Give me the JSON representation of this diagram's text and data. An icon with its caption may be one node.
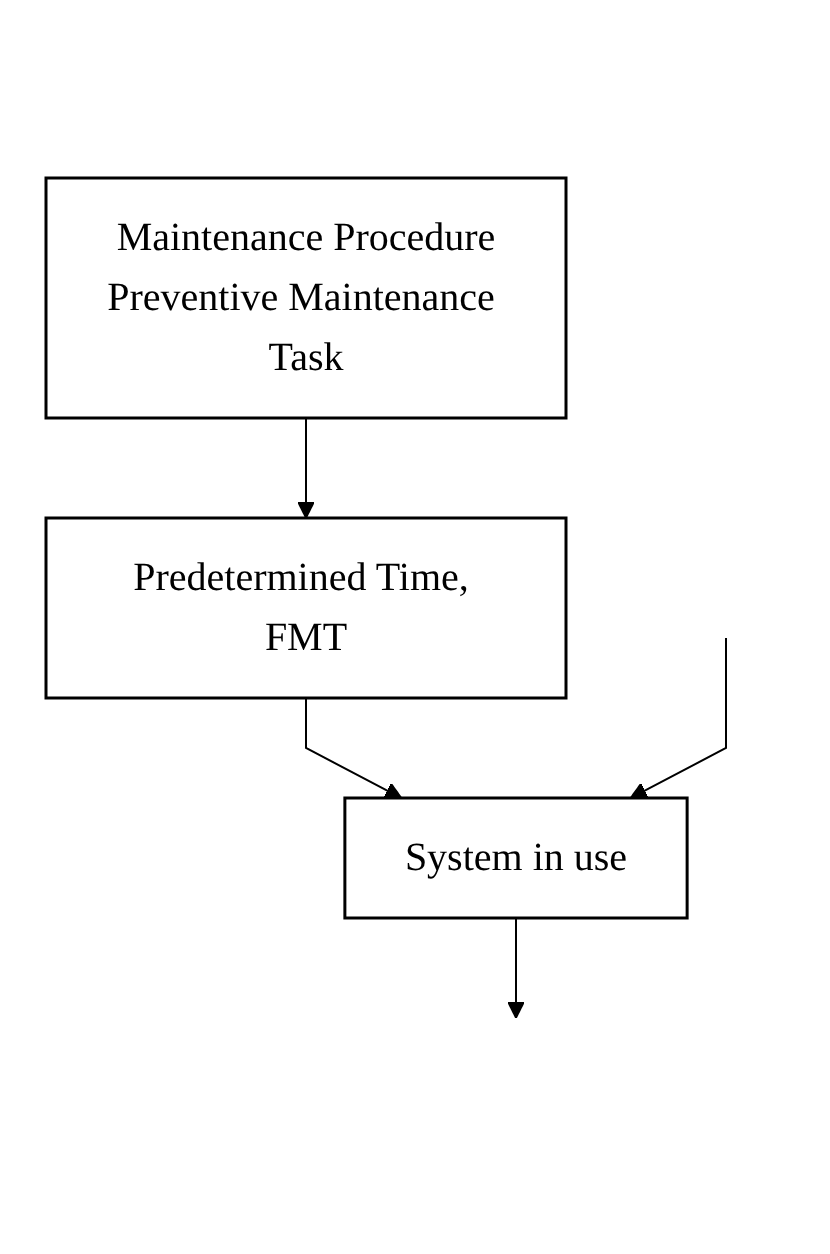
{
  "diagram": {
    "nodes": [
      {
        "text": [
          "Maintenance Procedure",
          "Preventive Maintenance Task"
        ]
      },
      {
        "text": [
          "Predetermined Time, FMT"
        ]
      },
      {
        "text": [
          "System in use"
        ]
      }
    ],
    "edges": [
      {
        "from": 0,
        "to": 1,
        "arrow": "to"
      },
      {
        "from": 1,
        "to": 2,
        "arrow": "to"
      },
      {
        "from": 2,
        "to": null,
        "arrow": "to"
      },
      {
        "from": null,
        "to": 2,
        "arrow": "to"
      }
    ]
  }
}
